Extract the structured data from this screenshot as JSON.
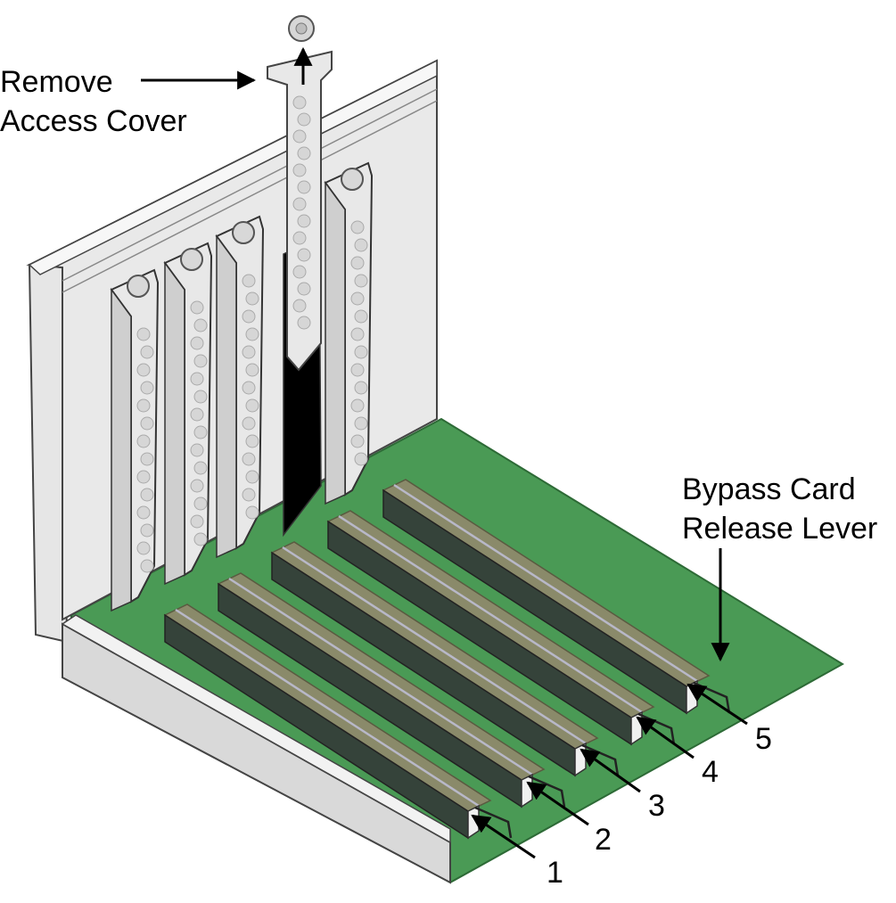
{
  "labels": {
    "remove_access_cover_line1": "Remove",
    "remove_access_cover_line2": "Access Cover",
    "bypass_lever_line1": "Bypass Card",
    "bypass_lever_line2": "Release Lever"
  },
  "slots": [
    {
      "number": "1"
    },
    {
      "number": "2"
    },
    {
      "number": "3"
    },
    {
      "number": "4"
    },
    {
      "number": "5"
    }
  ],
  "colors": {
    "board": "#4a9a55",
    "board_edge": "#2d6a36",
    "bracket": "#e8e8e8",
    "bracket_shade": "#cfcfcf",
    "slot": "#35433a",
    "slot_top": "#8a8a6a",
    "outline": "#333333",
    "open_slot": "#000000"
  }
}
